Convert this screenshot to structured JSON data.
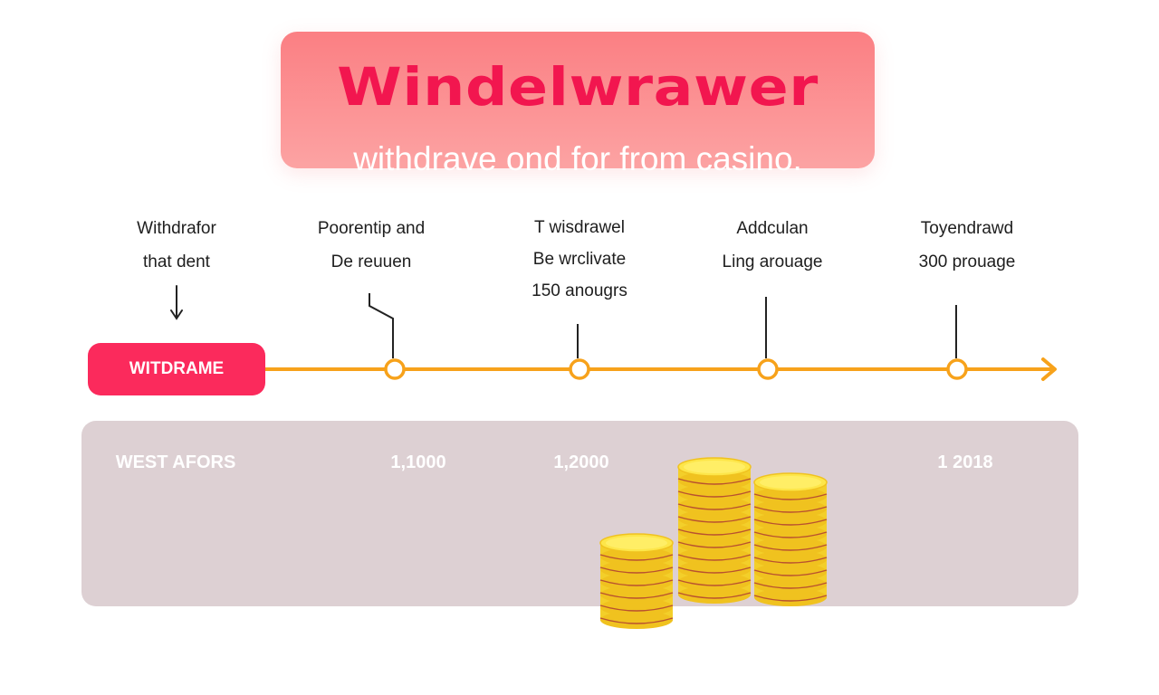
{
  "banner": {
    "title": "Windelwrawer",
    "subtitle": "withdrave ond for from casino."
  },
  "timeline": {
    "start_label": "WITDRAME",
    "accent_color": "#f7a21b",
    "start_color": "#fb2a5c",
    "stages": [
      {
        "lines": [
          "Withdrafor",
          "that dent"
        ]
      },
      {
        "lines": [
          "Poorentip and",
          "De reuuen"
        ]
      },
      {
        "lines": [
          "T wisdrawel",
          "Be wrclivate",
          "150 anougrs"
        ]
      },
      {
        "lines": [
          "Addculan",
          "Ling arouage"
        ]
      },
      {
        "lines": [
          "Toyendrawd",
          "300 prouage"
        ]
      }
    ]
  },
  "panel": {
    "label": "WEST AFORS",
    "values": [
      "1,1000",
      "1,2000",
      "1 2018"
    ]
  }
}
